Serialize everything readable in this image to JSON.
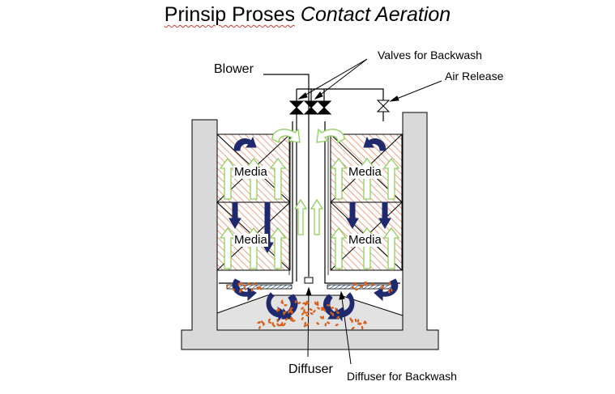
{
  "title": {
    "main": "Prinsip Proses",
    "italic": "Contact Aeration"
  },
  "labels": {
    "blower": "Blower",
    "valves": "Valves for Backwash",
    "air_release": "Air Release",
    "diffuser": "Diffuser",
    "diffuser_backwash": "Diffuser for Backwash"
  },
  "media_label": "Media",
  "colors": {
    "tank_wall": "#d9d9d9",
    "hatch": "#e58e6a",
    "arrow_dark": "#1f2a6e",
    "arrow_light": "#8fcf5e",
    "bubble": "#d9601a",
    "diffuser_bar": "#8fb3e6"
  }
}
